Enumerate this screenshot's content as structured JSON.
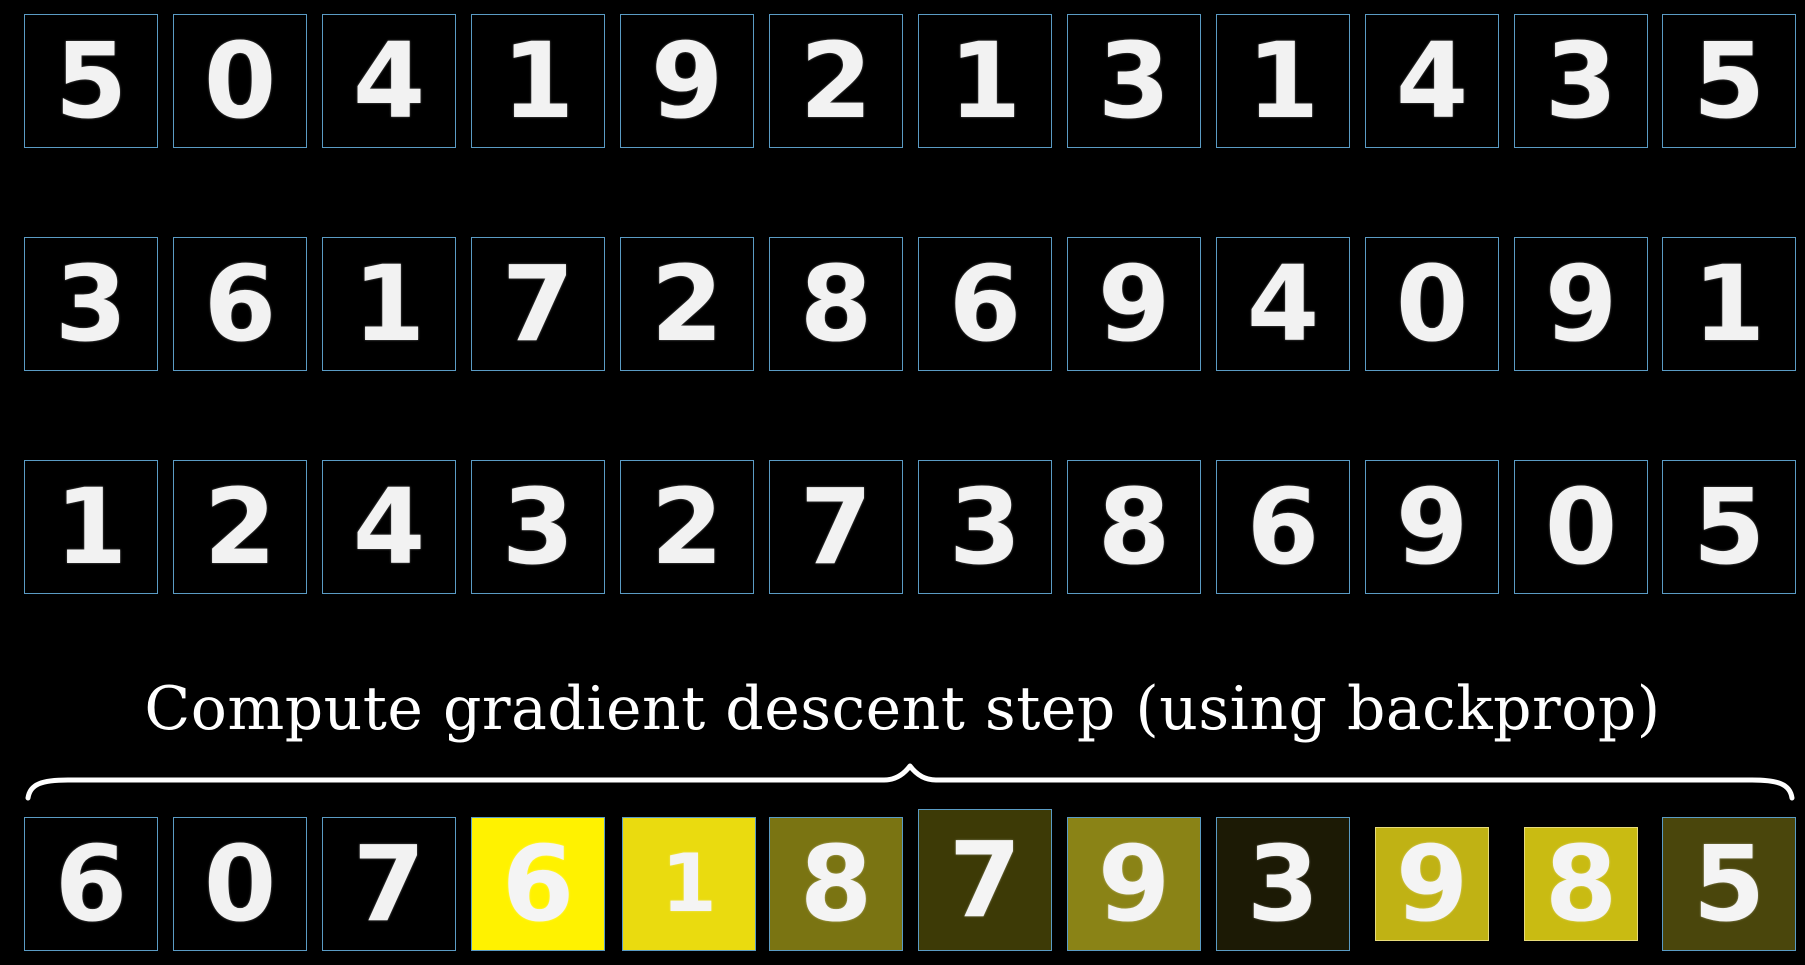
{
  "caption": "Compute gradient descent step (using backprop)",
  "colors": {
    "background": "#000000",
    "tile_border": "#5a9bc4",
    "highlight_border": "#e8dc7a",
    "text": "#ffffff"
  },
  "rows": [
    {
      "digits": [
        "5",
        "0",
        "4",
        "1",
        "9",
        "2",
        "1",
        "3",
        "1",
        "4",
        "3",
        "5"
      ]
    },
    {
      "digits": [
        "3",
        "6",
        "1",
        "7",
        "2",
        "8",
        "6",
        "9",
        "4",
        "0",
        "9",
        "1"
      ]
    },
    {
      "digits": [
        "1",
        "2",
        "4",
        "3",
        "2",
        "7",
        "3",
        "8",
        "6",
        "9",
        "0",
        "5"
      ]
    },
    {
      "digits": [
        "6",
        "0",
        "7",
        "6",
        "1",
        "8",
        "7",
        "9",
        "3",
        "9",
        "8",
        "5"
      ]
    }
  ],
  "bottom_tile_fill": [
    "#000000",
    "#000000",
    "#000000",
    "#fff200",
    "#eadb0f",
    "#7a7412",
    "#3d3a06",
    "#8a8316",
    "#1c1a05",
    "#c0b214",
    "#c9bb12",
    "#4a460c"
  ]
}
